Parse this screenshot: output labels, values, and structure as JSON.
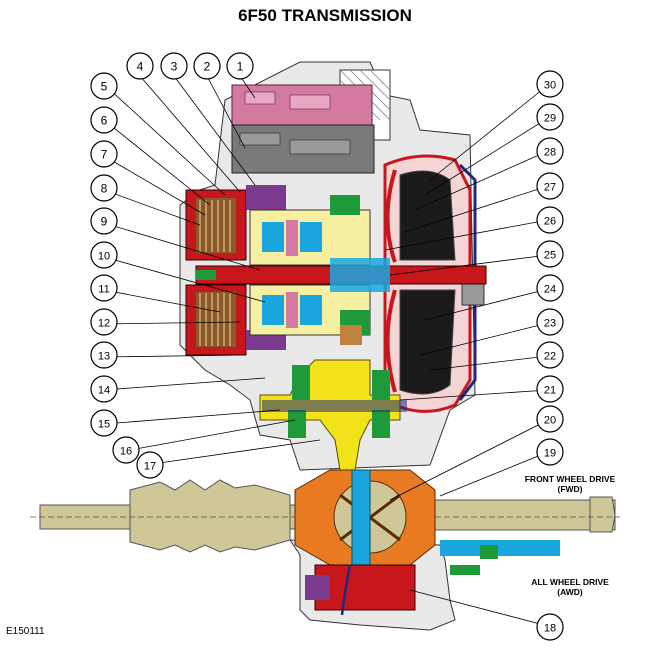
{
  "title": "6F50 TRANSMISSION",
  "figure_ref": "E150111",
  "side_labels": {
    "fwd_line1": "FRONT WHEEL DRIVE",
    "fwd_line2": "(FWD)",
    "awd_line1": "ALL WHEEL DRIVE",
    "awd_line2": "(AWD)"
  },
  "callouts": [
    "1",
    "2",
    "3",
    "4",
    "5",
    "6",
    "7",
    "8",
    "9",
    "10",
    "11",
    "12",
    "13",
    "14",
    "15",
    "16",
    "17",
    "18",
    "19",
    "20",
    "21",
    "22",
    "23",
    "24",
    "25",
    "26",
    "27",
    "28",
    "29",
    "30"
  ],
  "colors": {
    "housing": "#e6e6e6",
    "axle": "#cfc798",
    "case_red": "#c8161d",
    "solenoid_pink": "#d47aa0",
    "valve_gray": "#7a7a7a",
    "gear_yellow": "#f2e21a",
    "shaft_cyan": "#1aa7e0",
    "diff_orange": "#e87a22",
    "seal_green": "#1f9a3a",
    "brown": "#8b5a2b",
    "purple": "#7a3b8f",
    "navy": "#1e2a7a"
  }
}
